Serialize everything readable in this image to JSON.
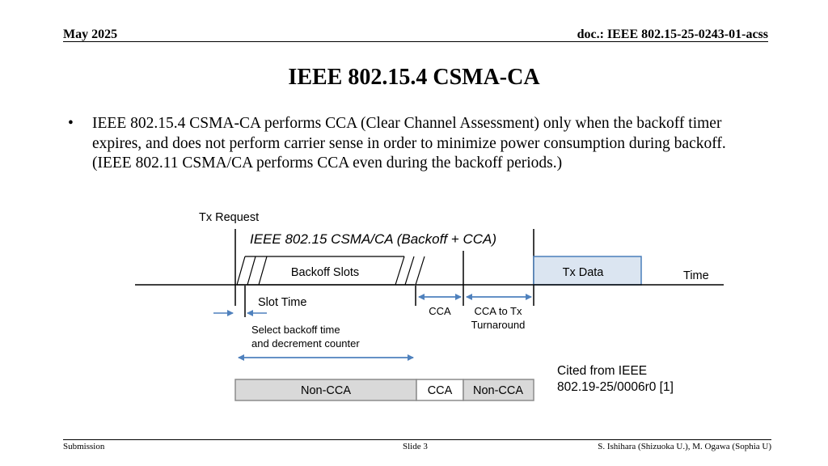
{
  "header": {
    "date": "May 2025",
    "doc": "doc.: IEEE 802.15-25-0243-01-acss"
  },
  "title": "IEEE 802.15.4 CSMA-CA",
  "bullets": [
    "IEEE 802.15.4 CSMA-CA performs CCA (Clear Channel Assessment) only when the backoff timer expires, and does not perform carrier sense in order to minimize power consumption during backoff. (IEEE 802.11 CSMA/CA performs CCA even during the backoff periods.)"
  ],
  "diagram": {
    "tx_request": "Tx Request",
    "scheme_label": "IEEE 802.15 CSMA/CA (Backoff + CCA)",
    "backoff_slots": "Backoff Slots",
    "tx_data": "Tx Data",
    "time": "Time",
    "slot_time": "Slot Time",
    "select_backoff_line1": "Select backoff time",
    "select_backoff_line2": "and decrement counter",
    "cca": "CCA",
    "turnaround_line1": "CCA to Tx",
    "turnaround_line2": "Turnaround",
    "bar_segments": [
      "Non-CCA",
      "CCA",
      "Non-CCA"
    ],
    "colors": {
      "tx_data_fill": "#dbe5f1",
      "tx_data_stroke": "#4a7ebb",
      "arrow": "#4f81bd",
      "non_cca_fill": "#d9d9d9",
      "bar_stroke": "#8c8c8c"
    }
  },
  "citation": {
    "line1": "Cited from IEEE",
    "line2": "802.19-25/0006r0 [1]"
  },
  "footer": {
    "left": "Submission",
    "center": "Slide 3",
    "right": "S. Ishihara (Shizuoka U.), M. Ogawa (Sophia U)"
  }
}
